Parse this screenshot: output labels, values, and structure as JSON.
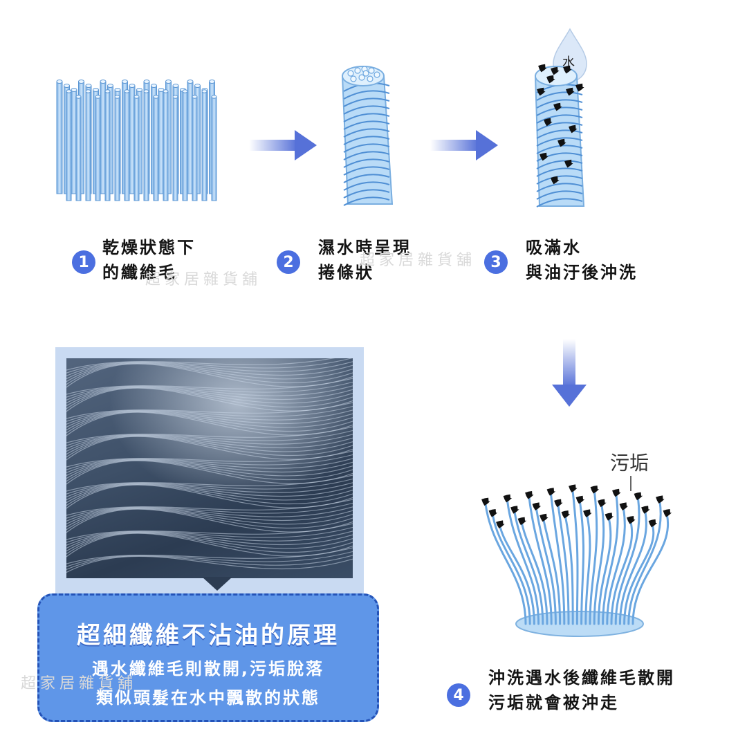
{
  "steps": [
    {
      "number": "1",
      "line1": "乾燥狀態下",
      "line2": "的纖維毛"
    },
    {
      "number": "2",
      "line1": "濕水時呈現",
      "line2": "捲條狀"
    },
    {
      "number": "3",
      "line1": "吸滿水",
      "line2": "與油汙後沖洗"
    },
    {
      "number": "4",
      "line1": "沖洗遇水後纖維毛散開",
      "line2": "污垢就會被沖走"
    }
  ],
  "labels": {
    "water": "水",
    "dirt": "污垢"
  },
  "callout": {
    "title": "超細纖維不沾油的原理",
    "line1": "遇水纖維毛則散開,污垢脫落",
    "line2": "類似頭髮在水中飄散的狀態"
  },
  "watermark": {
    "text": "超家居雜貨舖"
  },
  "colors": {
    "accent": "#4b6fe0",
    "fiber": "#8fc0ec",
    "callout_bg": "#5f96e8",
    "dirt": "#111111"
  }
}
